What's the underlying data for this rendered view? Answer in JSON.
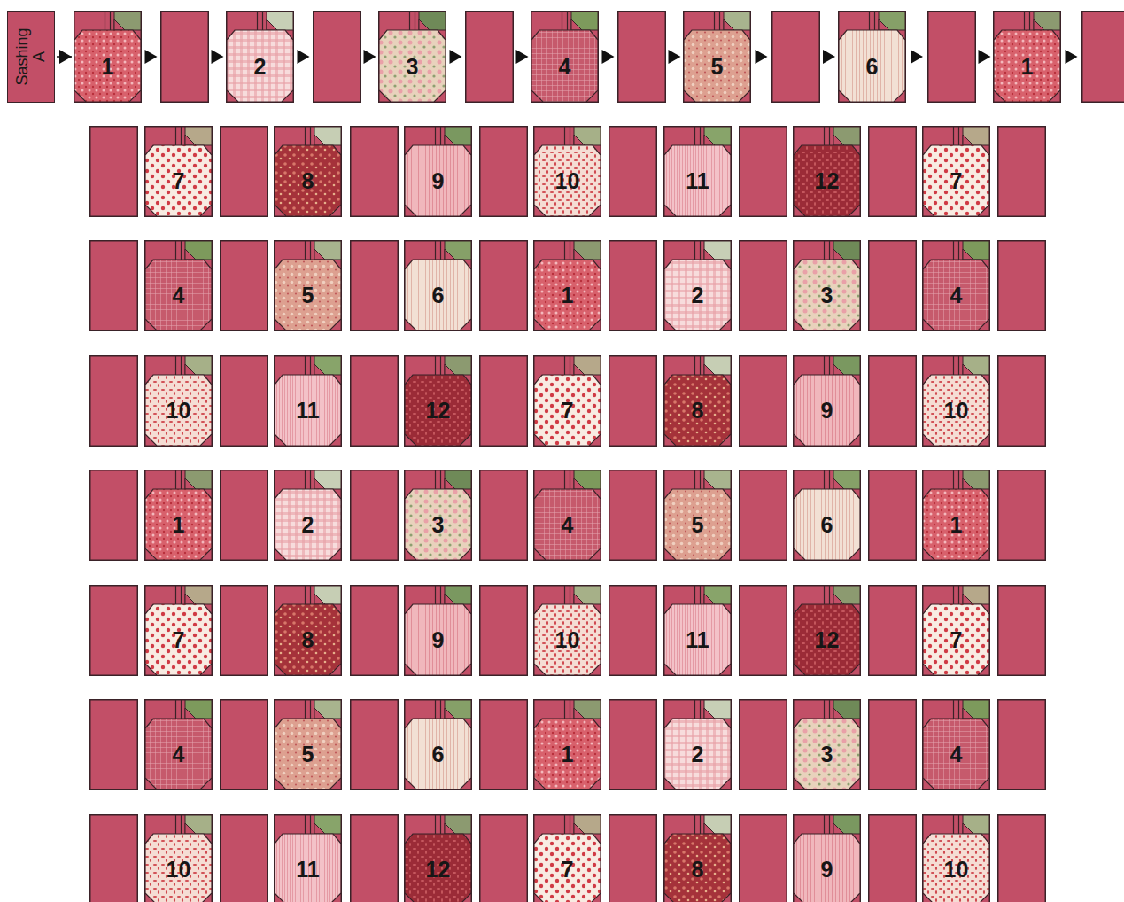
{
  "diagram": {
    "nodes": [
      {
        "text": [
          "Sashing A"
        ]
      },
      {
        "text": [
          "1"
        ]
      },
      {
        "text": [
          "2"
        ]
      },
      {
        "text": [
          "3"
        ]
      },
      {
        "text": [
          "4"
        ]
      },
      {
        "text": [
          "5"
        ]
      },
      {
        "text": [
          "6"
        ]
      },
      {
        "text": [
          "1"
        ]
      },
      {
        "text": [
          "7"
        ]
      },
      {
        "text": [
          "8"
        ]
      },
      {
        "text": [
          "9"
        ]
      },
      {
        "text": [
          "10"
        ]
      },
      {
        "text": [
          "11"
        ]
      },
      {
        "text": [
          "12"
        ]
      },
      {
        "text": [
          "7"
        ]
      },
      {
        "text": [
          "4"
        ]
      },
      {
        "text": [
          "5"
        ]
      },
      {
        "text": [
          "6"
        ]
      },
      {
        "text": [
          "1"
        ]
      },
      {
        "text": [
          "2"
        ]
      },
      {
        "text": [
          "3"
        ]
      },
      {
        "text": [
          "4"
        ]
      },
      {
        "text": [
          "10"
        ]
      },
      {
        "text": [
          "11"
        ]
      },
      {
        "text": [
          "12"
        ]
      },
      {
        "text": [
          "7"
        ]
      },
      {
        "text": [
          "8"
        ]
      },
      {
        "text": [
          "9"
        ]
      },
      {
        "text": [
          "10"
        ]
      },
      {
        "text": [
          "1"
        ]
      },
      {
        "text": [
          "2"
        ]
      },
      {
        "text": [
          "3"
        ]
      },
      {
        "text": [
          "4"
        ]
      },
      {
        "text": [
          "5"
        ]
      },
      {
        "text": [
          "6"
        ]
      },
      {
        "text": [
          "1"
        ]
      },
      {
        "text": [
          "7"
        ]
      },
      {
        "text": [
          "8"
        ]
      },
      {
        "text": [
          "9"
        ]
      },
      {
        "text": [
          "10"
        ]
      },
      {
        "text": [
          "11"
        ]
      },
      {
        "text": [
          "12"
        ]
      },
      {
        "text": [
          "7"
        ]
      },
      {
        "text": [
          "4"
        ]
      },
      {
        "text": [
          "5"
        ]
      },
      {
        "text": [
          "6"
        ]
      },
      {
        "text": [
          "1"
        ]
      },
      {
        "text": [
          "2"
        ]
      },
      {
        "text": [
          "3"
        ]
      },
      {
        "text": [
          "4"
        ]
      },
      {
        "text": [
          "10"
        ]
      },
      {
        "text": [
          "11"
        ]
      },
      {
        "text": [
          "12"
        ]
      },
      {
        "text": [
          "7"
        ]
      },
      {
        "text": [
          "8"
        ]
      },
      {
        "text": [
          "9"
        ]
      },
      {
        "text": [
          "10"
        ]
      }
    ],
    "edges": [
      {
        "from": 0,
        "to": 1,
        "arrow": "to"
      }
    ]
  }
}
